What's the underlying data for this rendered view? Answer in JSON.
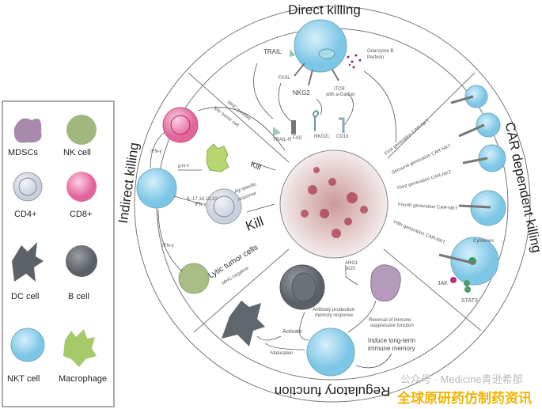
{
  "sections": {
    "direct": "Direct killing",
    "car": "CAR dependent killing",
    "regulatory": "Regulatory function",
    "indirect": "Indirect killing"
  },
  "direct": {
    "trail": "TRAIL",
    "granzyme": "Granzyme B",
    "perforin": "Perforin",
    "fasl": "FASL",
    "nkg2": "NKG2",
    "itcr": "iTCR",
    "galcer": "with a-GalCer",
    "receptors": [
      "TRAIL-R",
      "FAS",
      "NKG2L",
      "CD1d"
    ]
  },
  "indirect": {
    "mhc_pos": "MHC-positive",
    "lytic_tumor_cell": "lytic tumor cell",
    "ifn1": "IFN-γ",
    "ifn2": "IFN-γ",
    "il": "IL-17,14,13,10",
    "ifn3": "IFN-γ",
    "ifn4": "IFN-γ",
    "kill1": "Kill",
    "ag_specific": "Ag-specific",
    "response": "response",
    "kill2": "Kill",
    "lytic_tumor_cells": "Lytic tumor cells",
    "mhc_neg": "MHC-negative"
  },
  "car": {
    "generations": [
      "First generation CAR-NKT",
      "Secound generation CAR-NKT",
      "Third generation CAR-NKT",
      "Fourth generation CAR-NKT",
      "Fifth generation CAR-NKT"
    ],
    "cytokines": "Cytokines",
    "jak": "JAK",
    "stat3": "STAT3"
  },
  "regulatory": {
    "arg1": "ARG1",
    "nos": "NOS",
    "antibody": "Antibody production",
    "memory_resp": "memory response",
    "reversal1": "Reversal of immune",
    "reversal2": "suppressive function",
    "activate": "Activate",
    "maturation": "Maturation",
    "induce1": "Induce long-term",
    "induce2": "immune memory"
  },
  "legend": [
    {
      "label": "MDSCs",
      "color": "#a88aac"
    },
    {
      "label": "NK cell",
      "color": "#9fb87e"
    },
    {
      "label": "CD4+",
      "color": "#d8dde6"
    },
    {
      "label": "CD8+",
      "color": "#e76ba0"
    },
    {
      "label": "DC cell",
      "color": "#5d6268"
    },
    {
      "label": "B cell",
      "color": "#70767c"
    },
    {
      "label": "NKT cell",
      "color": "#8fd0ec"
    },
    {
      "label": "Macrophage",
      "color": "#a6c96a"
    }
  ],
  "watermark": {
    "line1": "公众号 · Medicine青逊希那",
    "line2": "全球原研药仿制药资讯"
  }
}
